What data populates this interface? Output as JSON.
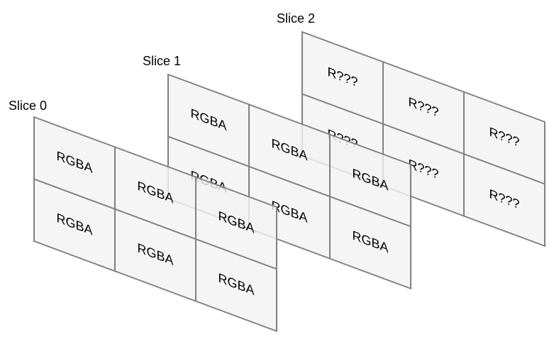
{
  "slices": [
    {
      "label": "Slice 0",
      "cells": [
        [
          "RGBA",
          "RGBA",
          "RGBA"
        ],
        [
          "RGBA",
          "RGBA",
          "RGBA"
        ]
      ]
    },
    {
      "label": "Slice 1",
      "cells": [
        [
          "RGBA",
          "RGBA",
          "RGBA"
        ],
        [
          "RGBA",
          "RGBA",
          "RGBA"
        ]
      ]
    },
    {
      "label": "Slice 2",
      "cells": [
        [
          "R???",
          "R???",
          "R???"
        ],
        [
          "R???",
          "R???",
          "R???"
        ]
      ]
    }
  ],
  "colors": {
    "cell_fill": "#f2f2f2",
    "grid_stroke": "#808080",
    "text": "#000000"
  }
}
